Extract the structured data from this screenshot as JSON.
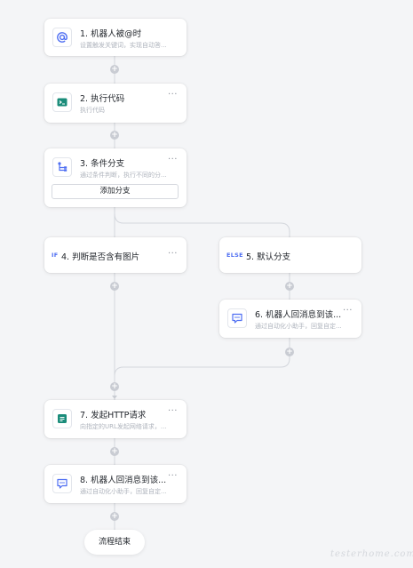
{
  "nodes": {
    "n1": {
      "title": "1. 机器人被@时",
      "subtitle": "设置触发关键词，实现自动答..."
    },
    "n2": {
      "title": "2. 执行代码",
      "subtitle": "执行代码",
      "more": "···"
    },
    "n3": {
      "title": "3. 条件分支",
      "subtitle": "通过条件判断，执行不同的分...",
      "add_branch": "添加分支",
      "more": "···"
    },
    "n4": {
      "tag": "IF",
      "title": "4. 判断是否含有图片",
      "more": "···"
    },
    "n5": {
      "tag": "ELSE",
      "title": "5. 默认分支"
    },
    "n6": {
      "title": "6. 机器人回消息到该...",
      "subtitle": "通过自动化小助手，回复自定...",
      "more": "···"
    },
    "n7": {
      "title": "7. 发起HTTP请求",
      "subtitle": "向指定的URL发起网络请求，...",
      "more": "···"
    },
    "n8": {
      "title": "8. 机器人回消息到该...",
      "subtitle": "通过自动化小助手，回复自定...",
      "more": "···"
    }
  },
  "end": {
    "label": "流程结束"
  },
  "plus_symbol": "+",
  "watermark": "testerhome.com",
  "colors": {
    "accent": "#4e6ef2",
    "code_icon": "#1a8c7a",
    "line": "#d3d6dc"
  }
}
